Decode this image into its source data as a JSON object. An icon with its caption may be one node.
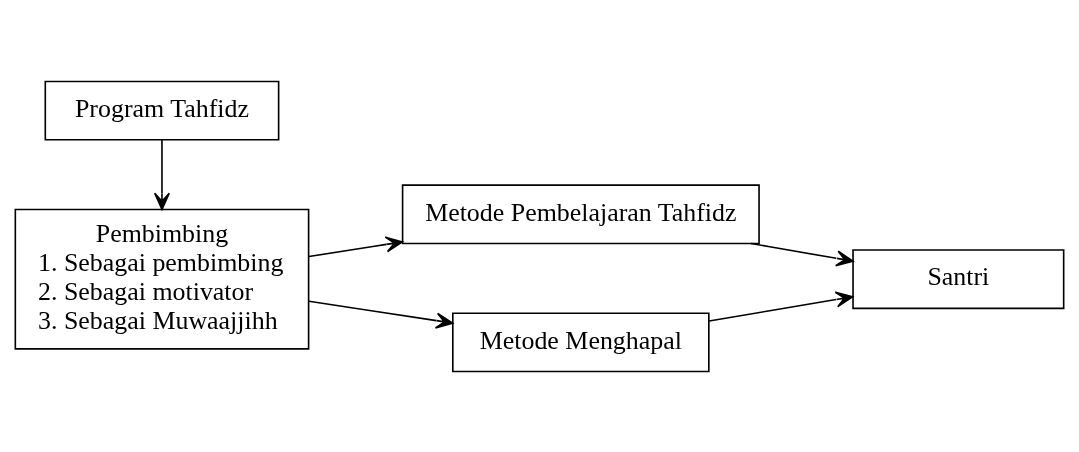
{
  "diagram": {
    "nodes": [
      {
        "text": [
          "Program Tahfidz"
        ]
      },
      {
        "text": [
          "Pembimbing",
          "1. Sebagai pembimbing",
          "2. Sebagai motivator",
          "3. Sebagai Muwaajjihh"
        ]
      },
      {
        "text": [
          "Metode Pembelajaran Tahfidz"
        ]
      },
      {
        "text": [
          "Metode Menghapal"
        ]
      },
      {
        "text": [
          "Santri"
        ]
      }
    ],
    "edges": [
      {
        "from": 0,
        "to": 1,
        "arrow": "to"
      },
      {
        "from": 1,
        "to": 2,
        "arrow": "to"
      },
      {
        "from": 1,
        "to": 3,
        "arrow": "to"
      },
      {
        "from": 2,
        "to": 4,
        "arrow": "to"
      },
      {
        "from": 3,
        "to": 4,
        "arrow": "to"
      }
    ]
  }
}
